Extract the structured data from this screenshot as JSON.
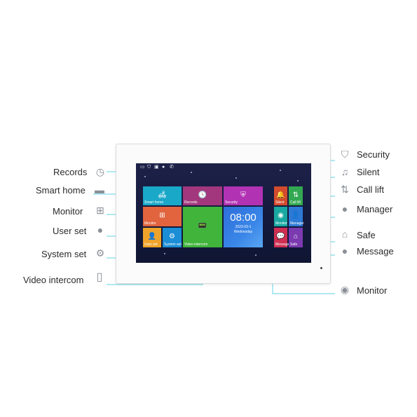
{
  "left_callouts": [
    {
      "label": "Records",
      "icon": "clock-icon"
    },
    {
      "label": "Smart home",
      "icon": "sofa-icon"
    },
    {
      "label": "Monitor",
      "icon": "network-icon"
    },
    {
      "label": "User set",
      "icon": "user-icon"
    },
    {
      "label": "System set",
      "icon": "gear-icon"
    },
    {
      "label": "Video intercom",
      "icon": "intercom-icon"
    }
  ],
  "right_callouts": [
    {
      "label": "Security",
      "icon": "shield-icon"
    },
    {
      "label": "Silent",
      "icon": "bell-icon"
    },
    {
      "label": "Call lift",
      "icon": "elevator-icon"
    },
    {
      "label": "Manager",
      "icon": "manager-icon"
    },
    {
      "label": "Safe",
      "icon": "house-icon"
    },
    {
      "label": "Message",
      "icon": "chat-bubble-icon"
    },
    {
      "label": "Monitor",
      "icon": "camera-icon"
    }
  ],
  "screen": {
    "tiles": {
      "smart_home": "Smart home",
      "records": "Records",
      "security": "Security",
      "monitor": "Monitor",
      "video_intercom": "Video intercom",
      "user_set": "User set",
      "system_set": "System set",
      "silent": "Silent",
      "call_lift": "Call lift",
      "monitor_small": "Monitor",
      "manager": "Manager",
      "message": "Message",
      "safe": "Safe"
    },
    "clock": {
      "time": "08:00",
      "date": "2023-03-1",
      "weekday": "Wednesday"
    }
  },
  "colors": {
    "leader_line": "#5fd3e6",
    "tile_smart_home": "#1aa8c9",
    "tile_records": "#a3377d",
    "tile_security": "#b232b4",
    "tile_monitor": "#e1643e",
    "tile_video_intercom": "#41b43c",
    "tile_clock": "#2d6fd9",
    "tile_user_set": "#f0a32a",
    "tile_system_set": "#1b8ed6",
    "tile_silent": "#d24b2d",
    "tile_call_lift": "#33a852",
    "tile_monitor_small": "#18a8a1",
    "tile_manager": "#2d7ad6",
    "tile_message": "#cf2f52",
    "tile_safe": "#7b3ab0"
  }
}
